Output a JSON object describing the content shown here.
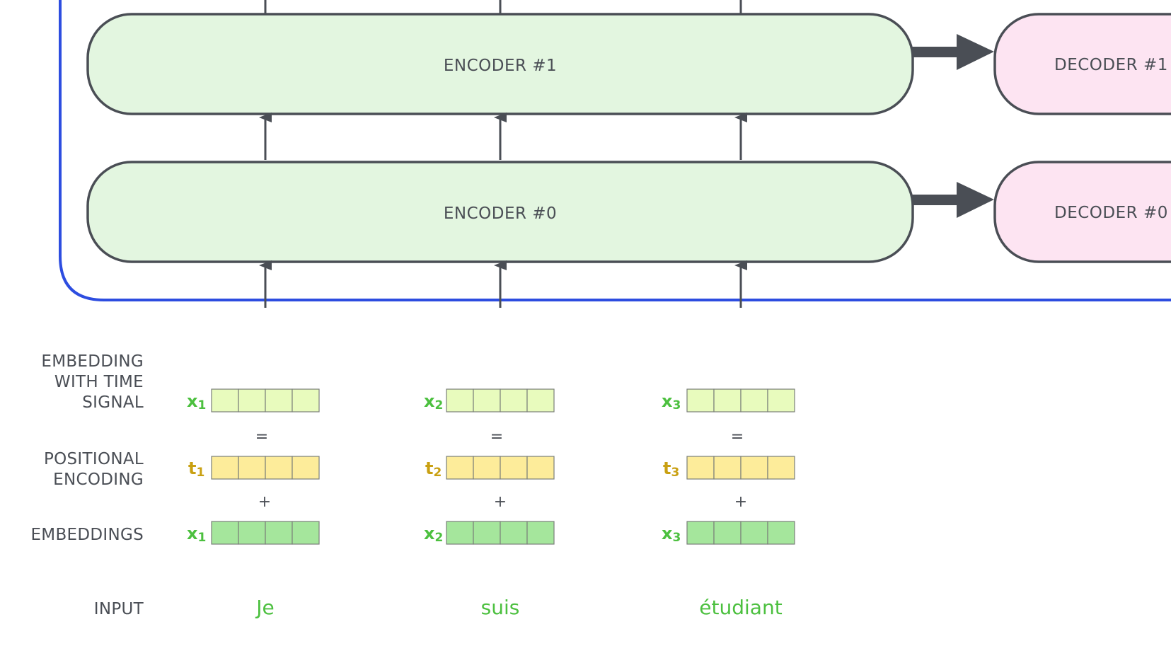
{
  "encoders": [
    {
      "label": "ENCODER #1"
    },
    {
      "label": "ENCODER #0"
    }
  ],
  "decoders": [
    {
      "label": "DECODER #1"
    },
    {
      "label": "DECODER #0"
    }
  ],
  "row_labels": {
    "time_signal": [
      "EMBEDDING",
      "WITH TIME",
      "SIGNAL"
    ],
    "positional": [
      "POSITIONAL",
      "ENCODING"
    ],
    "embeddings": [
      "EMBEDDINGS"
    ],
    "input": [
      "INPUT"
    ]
  },
  "operators": {
    "equals": "=",
    "plus": "+"
  },
  "columns": [
    {
      "signal_symbol": "x",
      "signal_sub": "1",
      "pos_symbol": "t",
      "pos_sub": "1",
      "emb_symbol": "x",
      "emb_sub": "1",
      "token": "Je"
    },
    {
      "signal_symbol": "x",
      "signal_sub": "2",
      "pos_symbol": "t",
      "pos_sub": "2",
      "emb_symbol": "x",
      "emb_sub": "2",
      "token": "suis"
    },
    {
      "signal_symbol": "x",
      "signal_sub": "3",
      "pos_symbol": "t",
      "pos_sub": "3",
      "emb_symbol": "x",
      "emb_sub": "3",
      "token": "étudiant"
    }
  ],
  "vector_cells": 4,
  "colors": {
    "encoder_fill": "#e3f6e0",
    "decoder_fill": "#fde4f2",
    "block_stroke": "#4a4e55",
    "frame_stroke": "#2d4de0",
    "arrow": "#4a4e55",
    "signal_cell": "#e8fbbd",
    "positional_cell": "#fdec9a",
    "embedding_cell": "#a5e69c",
    "cell_stroke": "#7a7f7a",
    "label_green": "#4cc03f",
    "label_gold": "#c9a012"
  }
}
